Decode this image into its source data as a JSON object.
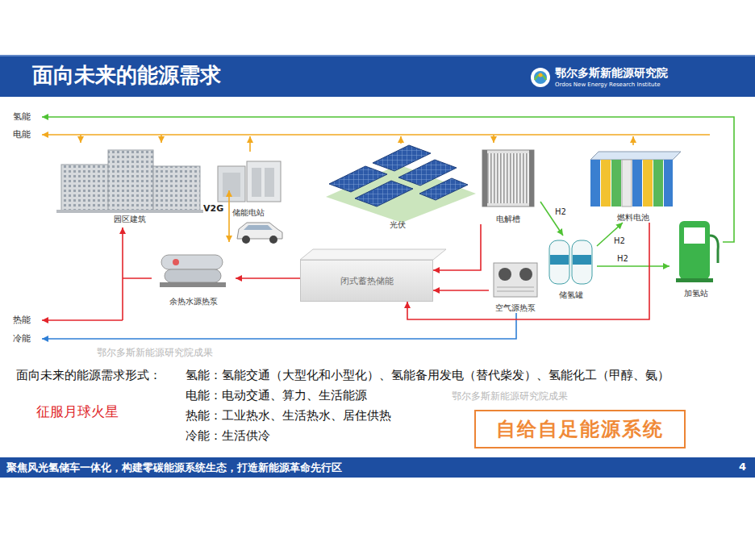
{
  "diagram": {
    "title": "面向未来的能源需求",
    "nodes": [
      {
        "text": [
          "园区建筑"
        ]
      },
      {
        "text": [
          "储能电站"
        ]
      },
      {
        "text": [
          "光伏"
        ]
      },
      {
        "text": [
          "电解槽"
        ]
      },
      {
        "text": [
          "燃料电池"
        ]
      },
      {
        "text": [
          "储氢罐"
        ]
      },
      {
        "text": [
          "加氢站"
        ]
      },
      {
        "text": [
          "余热水源热泵"
        ]
      },
      {
        "text": [
          "闭式蓄热储能"
        ]
      },
      {
        "text": [
          "空气源热泵"
        ]
      },
      {
        "text": [
          "自给自足能源系统"
        ]
      }
    ],
    "edges": [
      {
        "from": 3,
        "to": 5,
        "arrow": "to",
        "label": "H2"
      },
      {
        "from": 5,
        "to": 4,
        "arrow": "to",
        "label": "H2"
      },
      {
        "from": 5,
        "to": 6,
        "arrow": "to",
        "label": "H2"
      },
      {
        "from": 3,
        "to": 8,
        "arrow": "to"
      },
      {
        "from": 4,
        "to": 8,
        "arrow": "to"
      },
      {
        "from": 9,
        "to": 8,
        "arrow": "to"
      },
      {
        "from": 8,
        "to": 7,
        "arrow": "to"
      }
    ],
    "labels": [
      "氢能",
      "电能",
      "热能",
      "冷能",
      "V2G",
      "鄂尔多斯新能源研究院",
      "Ordos New Energy Research Institute",
      "面向未来的能源需求形式：",
      "氢能：氢能交通（大型化和小型化）、氢能备用发电（替代柴发）、氢能化工（甲醇、氨）",
      "电能：电动交通、算力、生活能源",
      "热能：工业热水、生活热水、居住供热",
      "冷能：生活供冷",
      "征服月球火星",
      "聚焦风光氢储车一体化，构建零碳能源系统生态，打造新能源革命先行区",
      "4",
      "鄂尔多斯新能源研究院成果",
      "鄂尔多斯新能源研究院成果"
    ]
  }
}
